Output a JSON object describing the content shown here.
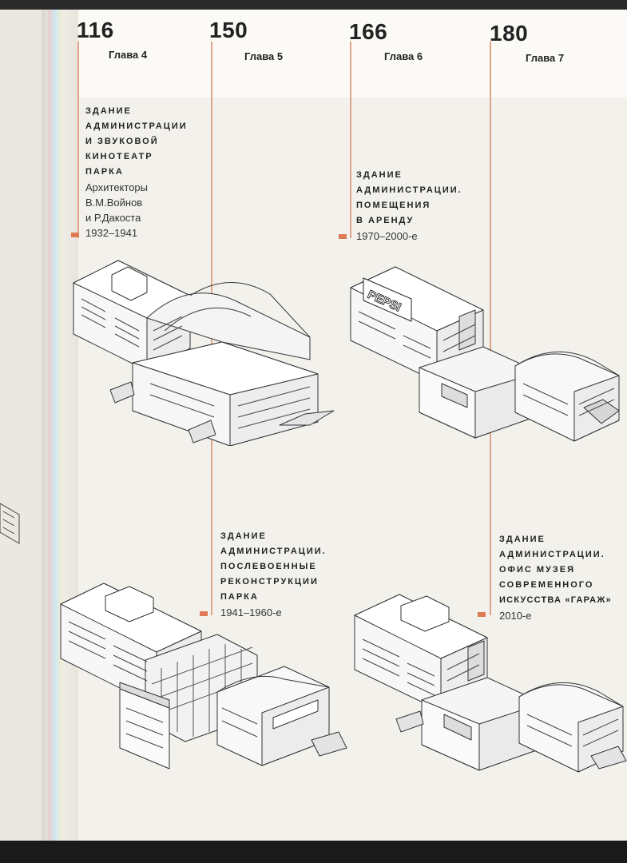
{
  "header": [
    {
      "page": "116",
      "chapter": "Глава 4"
    },
    {
      "page": "150",
      "chapter": "Глава 5"
    },
    {
      "page": "166",
      "chapter": "Глава 6"
    },
    {
      "page": "180",
      "chapter": "Глава 7"
    }
  ],
  "entries": [
    {
      "title_lines": [
        "ЗДАНИЕ",
        "АДМИНИСТРАЦИИ",
        "И ЗВУКОВОЙ",
        "КИНОТЕАТР",
        "ПАРКА"
      ],
      "subtitle_lines": [
        "Архитекторы",
        "В.М.Войнов",
        "и Р.Дакоста"
      ],
      "years": "1932–1941"
    },
    {
      "title_lines": [
        "ЗДАНИЕ",
        "АДМИНИСТРАЦИИ.",
        "ПОМЕЩЕНИЯ",
        "В АРЕНДУ"
      ],
      "subtitle_lines": [],
      "years": "1970–2000-е"
    },
    {
      "title_lines": [
        "ЗДАНИЕ",
        "АДМИНИСТРАЦИИ.",
        "ПОСЛЕВОЕННЫЕ",
        "РЕКОНСТРУКЦИИ",
        "ПАРКА"
      ],
      "subtitle_lines": [],
      "years": "1941–1960-е"
    },
    {
      "title_lines": [
        "ЗДАНИЕ",
        "АДМИНИСТРАЦИИ.",
        "ОФИС МУЗЕЯ",
        "СОВРЕМЕННОГО",
        "ИСКУССТВА «ГАРАЖ»"
      ],
      "subtitle_lines": [],
      "years": "2010-е"
    }
  ],
  "signage": {
    "pepsi": "PEPSI"
  },
  "colors": {
    "accent": "#e07a55",
    "timeline": "#e0a48a",
    "ink": "#222222",
    "paper": "#f3f1ec"
  }
}
